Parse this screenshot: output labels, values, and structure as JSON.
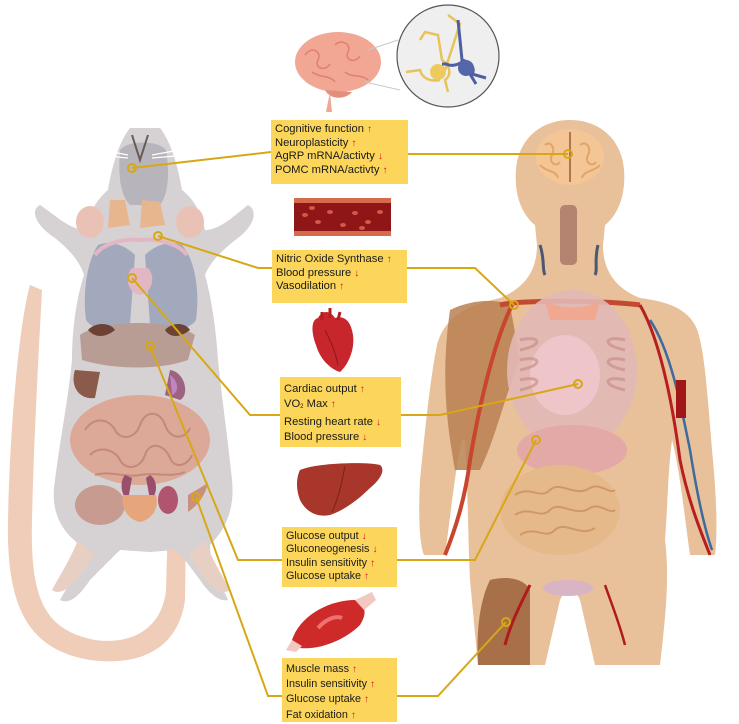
{
  "figure": {
    "title": "",
    "organisms": [
      "rat",
      "human"
    ],
    "accent_colors": {
      "box_fill": "#fbd65a",
      "connector": "#d8a716",
      "increase_arrow": "#e0102a",
      "decrease_arrow": "#e0102a"
    }
  },
  "icons": {
    "brain": "brain-icon",
    "neurons": "neurons-magnifier-icon",
    "blood_vessel": "blood-vessel-icon",
    "heart": "heart-icon",
    "liver": "liver-icon",
    "muscle": "muscle-icon"
  },
  "boxes": [
    {
      "organ": "brain",
      "items": [
        {
          "label": "Cognitive function",
          "direction": "up",
          "arrow": "↑"
        },
        {
          "label": "Neuroplasticity",
          "direction": "up",
          "arrow": "↑"
        },
        {
          "label": "AgRP mRNA/activty",
          "direction": "down",
          "arrow": "↓"
        },
        {
          "label": "POMC mRNA/activty",
          "direction": "up",
          "arrow": "↑"
        }
      ]
    },
    {
      "organ": "blood-vessels",
      "items": [
        {
          "label": "Nitric Oxide Synthase",
          "direction": "up",
          "arrow": "↑"
        },
        {
          "label": "Blood pressure",
          "direction": "down",
          "arrow": "↓"
        },
        {
          "label": "Vasodilation",
          "direction": "up",
          "arrow": "↑"
        }
      ]
    },
    {
      "organ": "heart",
      "items": [
        {
          "label": "Cardiac output",
          "direction": "up",
          "arrow": "↑"
        },
        {
          "label": "VO",
          "sub": "2",
          "label_suffix": " Max",
          "direction": "up",
          "arrow": "↑"
        },
        {
          "label": "Resting heart rate",
          "direction": "down",
          "arrow": "↓"
        },
        {
          "label": "Blood pressure",
          "direction": "down",
          "arrow": "↓"
        }
      ]
    },
    {
      "organ": "liver",
      "items": [
        {
          "label": "Glucose output",
          "direction": "down",
          "arrow": "↓"
        },
        {
          "label": "Gluconeogenesis",
          "direction": "down",
          "arrow": "↓"
        },
        {
          "label": "Insulin sensitivity",
          "direction": "up",
          "arrow": "↑"
        },
        {
          "label": "Glucose uptake",
          "direction": "up",
          "arrow": "↑"
        }
      ]
    },
    {
      "organ": "skeletal-muscle",
      "items": [
        {
          "label": "Muscle mass",
          "direction": "up",
          "arrow": "↑"
        },
        {
          "label": "Insulin sensitivity",
          "direction": "up",
          "arrow": "↑"
        },
        {
          "label": "Glucose uptake",
          "direction": "up",
          "arrow": "↑"
        },
        {
          "label": "Fat oxidation",
          "direction": "up",
          "arrow": "↑"
        }
      ]
    }
  ]
}
